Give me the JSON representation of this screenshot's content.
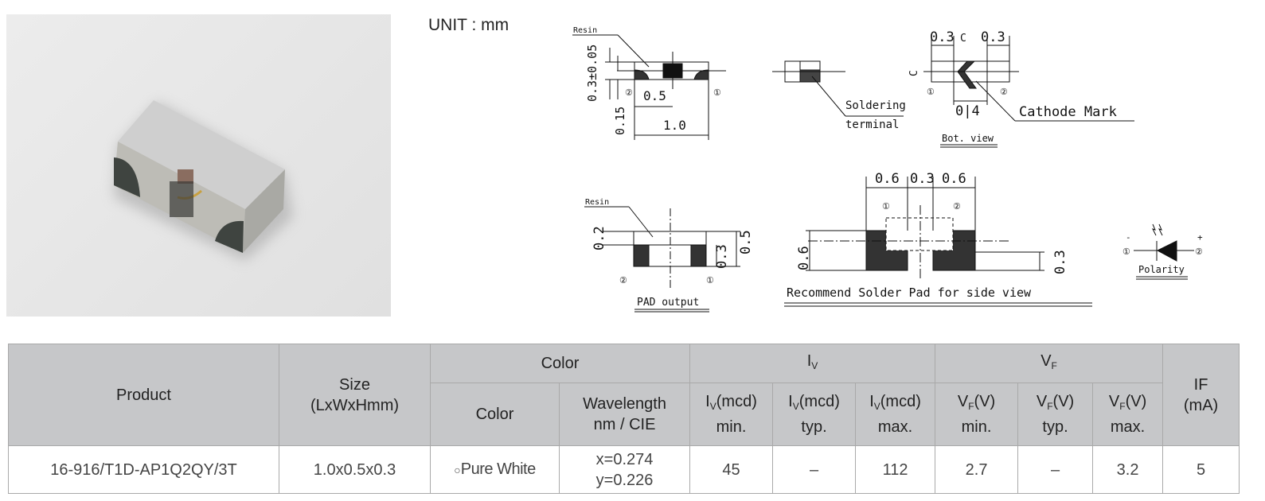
{
  "unit_label": "UNIT : mm",
  "drawings": {
    "side_view": {
      "resin": "Resin",
      "height_dim": "0.3±0.05",
      "offset_dim": "0.15",
      "width_half": "0.5",
      "length": "1.0",
      "pin1": "①",
      "pin2": "②"
    },
    "end_view": {
      "soldering": "Soldering",
      "terminal": "terminal"
    },
    "bottom_view": {
      "dim_left": "0.3",
      "dim_right": "0.3",
      "center_mark": "C",
      "center_mark_v": "C",
      "mid_dim": "0|4",
      "cathode_mark": "Cathode Mark",
      "title": "Bot. view",
      "pin1": "①",
      "pin2": "②"
    },
    "pad_output": {
      "resin": "Resin",
      "dim_top": "0.2",
      "dim_pad": "0.3",
      "dim_total": "0.5",
      "pin1": "①",
      "pin2": "②",
      "title": "PAD output"
    },
    "solder_pad": {
      "dim_a": "0.6",
      "dim_b": "0.3",
      "dim_c": "0.6",
      "dim_height": "0.6",
      "dim_pad": "0.3",
      "pin1": "①",
      "pin2": "②",
      "title": "Recommend Solder Pad for side view"
    },
    "polarity": {
      "minus": "-",
      "plus": "+",
      "pin1": "①",
      "pin2": "②",
      "title": "Polarity"
    }
  },
  "table": {
    "headers": {
      "product": "Product",
      "size_l1": "Size",
      "size_l2": "(LxWxHmm)",
      "color_group": "Color",
      "color": "Color",
      "wavelength_l1": "Wavelength",
      "wavelength_l2": "nm / CIE",
      "iv_group": {
        "main": "I",
        "sub": "V"
      },
      "vf_group": {
        "main": "V",
        "sub": "F"
      },
      "iv_cols": [
        {
          "main": "I",
          "sub": "V",
          "suffix": "(mcd)",
          "line2": "min."
        },
        {
          "main": "I",
          "sub": "V",
          "suffix": "(mcd)",
          "line2": "typ."
        },
        {
          "main": "I",
          "sub": "V",
          "suffix": "(mcd)",
          "line2": "max."
        }
      ],
      "vf_cols": [
        {
          "main": "V",
          "sub": "F",
          "suffix": "(V)",
          "line2": "min."
        },
        {
          "main": "V",
          "sub": "F",
          "suffix": "(V)",
          "line2": "typ."
        },
        {
          "main": "V",
          "sub": "F",
          "suffix": "(V)",
          "line2": "max."
        }
      ],
      "if_l1": "IF",
      "if_l2": "(mA)"
    },
    "rows": [
      {
        "product": "16-916/T1D-AP1Q2QY/3T",
        "size": "1.0x0.5x0.3",
        "color_symbol": "○",
        "color": "Pure White",
        "cie_x": "x=0.274",
        "cie_y": "y=0.226",
        "iv_min": "45",
        "iv_typ": "–",
        "iv_max": "112",
        "vf_min": "2.7",
        "vf_typ": "–",
        "vf_max": "3.2",
        "if": "5"
      }
    ]
  }
}
